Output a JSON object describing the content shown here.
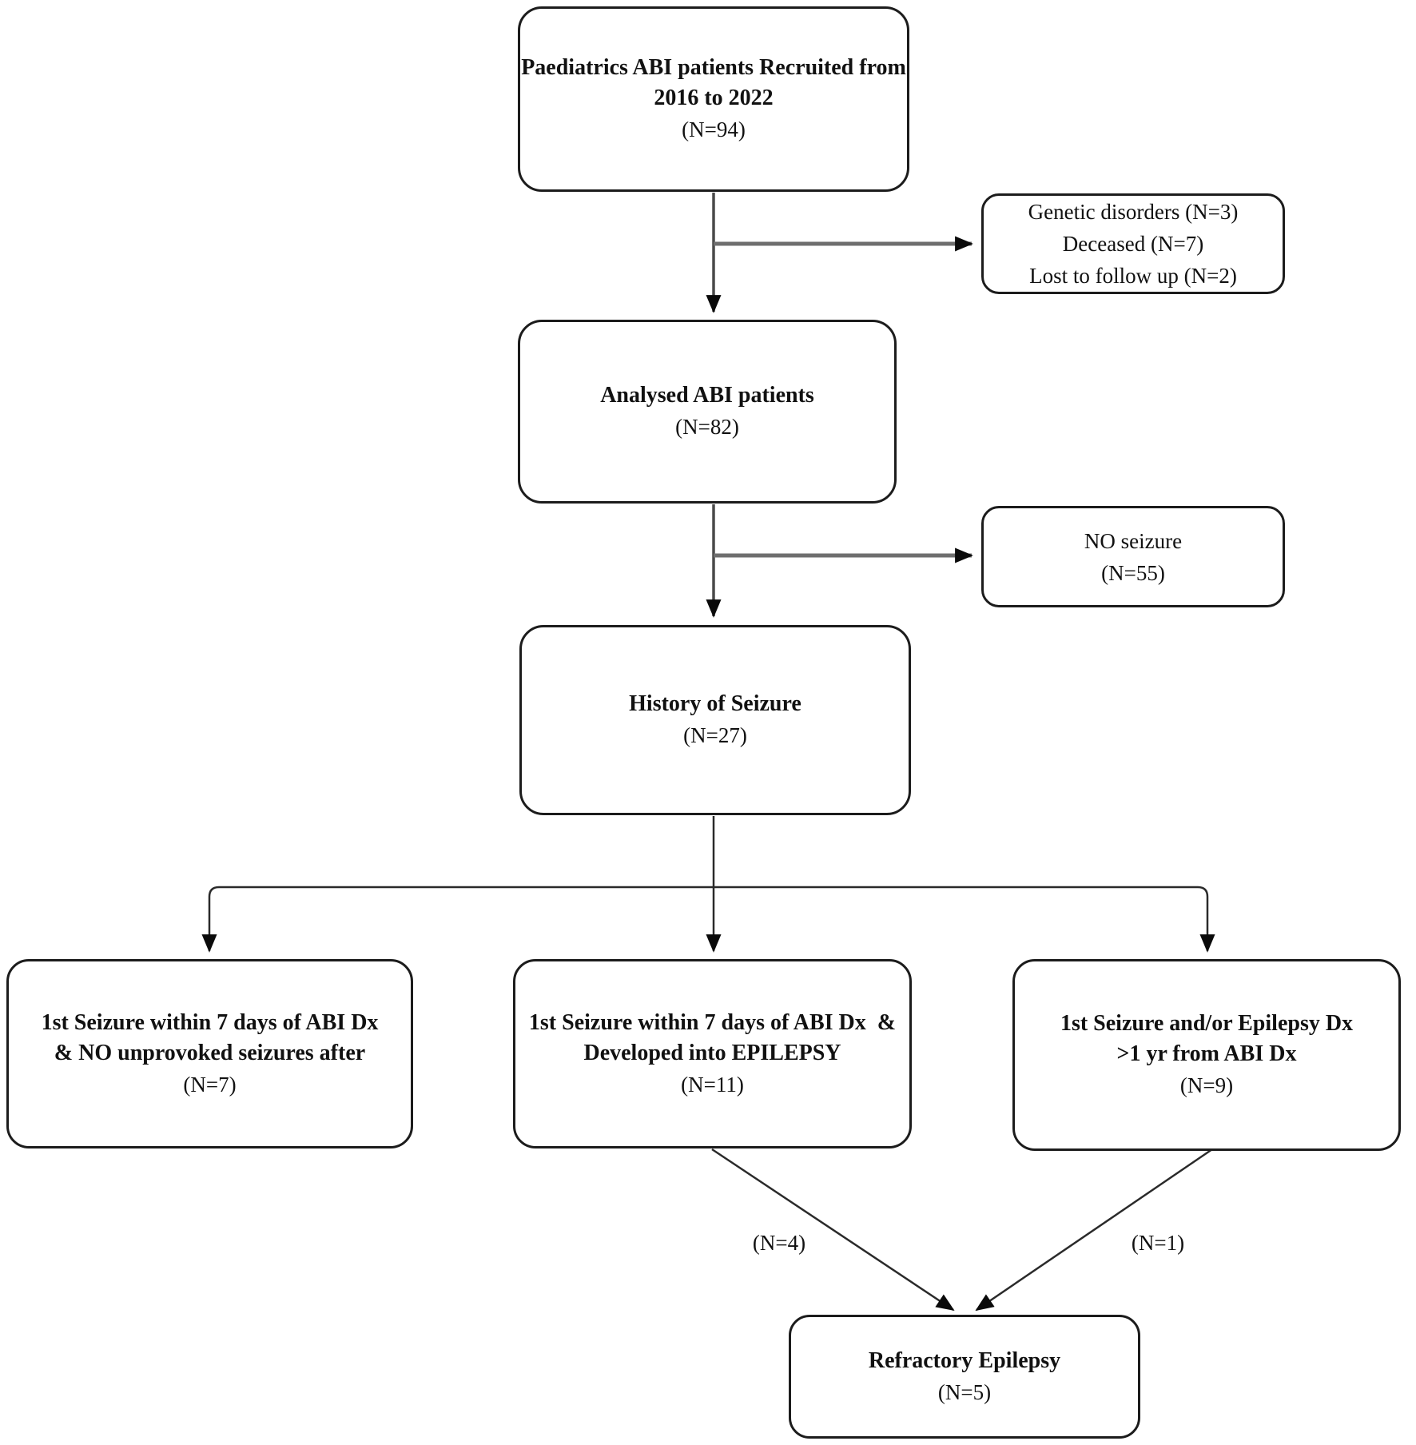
{
  "diagram": {
    "title_implicit": "Paediatric ABI patient flow",
    "colors": {
      "background": "#ffffff",
      "box_border": "#1c1c1c",
      "text": "#111111",
      "connector_dark": "#2a2a2a",
      "connector_gray": "#6e6e6e",
      "arrowhead": "#0a0a0a"
    },
    "nodes": {
      "recruited": {
        "lines": [
          "Paediatrics ABI patients Recruited from",
          "2016 to 2022"
        ],
        "count": "(N=94)"
      },
      "excluded": {
        "lines": [
          "Genetic disorders (N=3)",
          "Deceased (N=7)",
          "Lost to follow up (N=2)"
        ]
      },
      "analysed": {
        "lines": [
          "Analysed ABI patients"
        ],
        "count": "(N=82)"
      },
      "no_seizure": {
        "lines": [
          "NO seizure"
        ],
        "count": "(N=55)"
      },
      "history": {
        "lines": [
          "History of Seizure"
        ],
        "count": "(N=27)"
      },
      "branch_left": {
        "lines": [
          "1st Seizure within 7 days of ABI Dx",
          "& NO unprovoked seizures after"
        ],
        "count": "(N=7)"
      },
      "branch_mid": {
        "lines": [
          "1st Seizure within 7 days of ABI Dx  &",
          "Developed into EPILEPSY"
        ],
        "count": "(N=11)"
      },
      "branch_right": {
        "lines": [
          "1st Seizure and/or Epilepsy Dx",
          ">1 yr from ABI Dx"
        ],
        "count": "(N=9)"
      },
      "refractory": {
        "lines": [
          "Refractory Epilepsy"
        ],
        "count": "(N=5)"
      }
    },
    "edge_labels": {
      "mid_to_refractory": "(N=4)",
      "right_to_refractory": "(N=1)"
    }
  }
}
